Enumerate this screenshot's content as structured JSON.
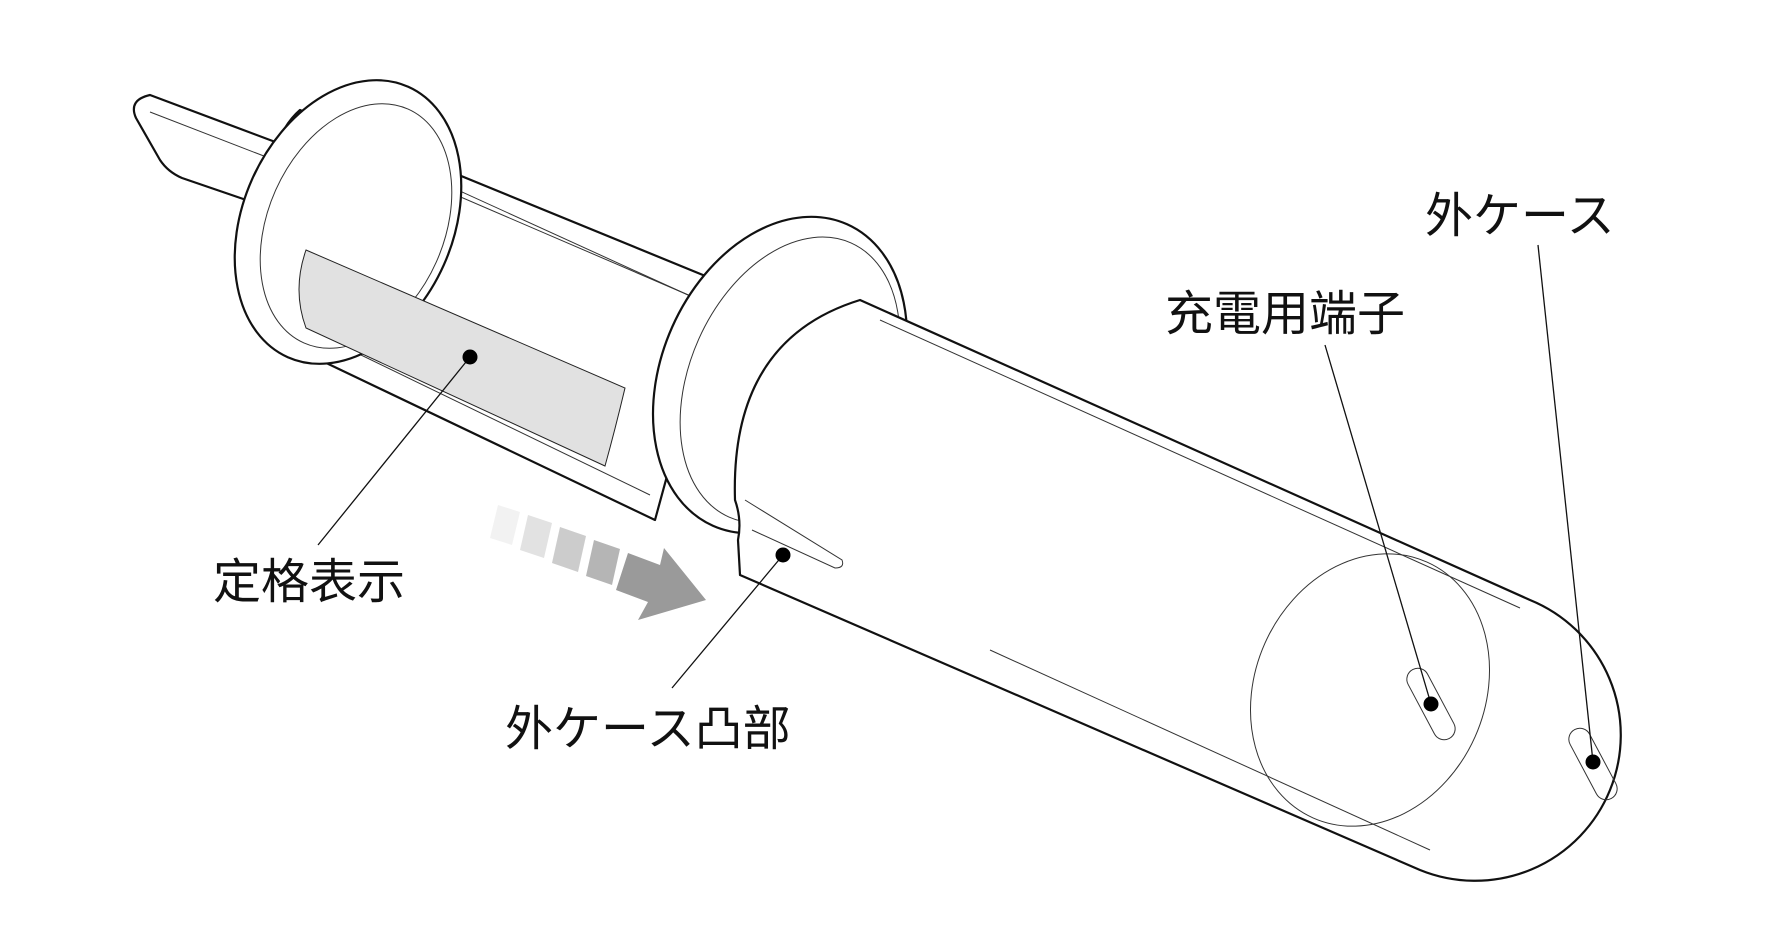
{
  "callouts": {
    "rating_label": "定格表示",
    "outer_case_bump": "外ケース凸部",
    "charging_terminal": "充電用端子",
    "outer_case": "外ケース"
  },
  "colors": {
    "line": "#111111",
    "label_panel": "#e1e1e1",
    "arrow": "#9a9a9a",
    "arrow_fade_1": "#f2f2f2",
    "arrow_fade_2": "#e2e2e2",
    "arrow_fade_3": "#cccccc",
    "arrow_fade_4": "#b5b5b5"
  }
}
